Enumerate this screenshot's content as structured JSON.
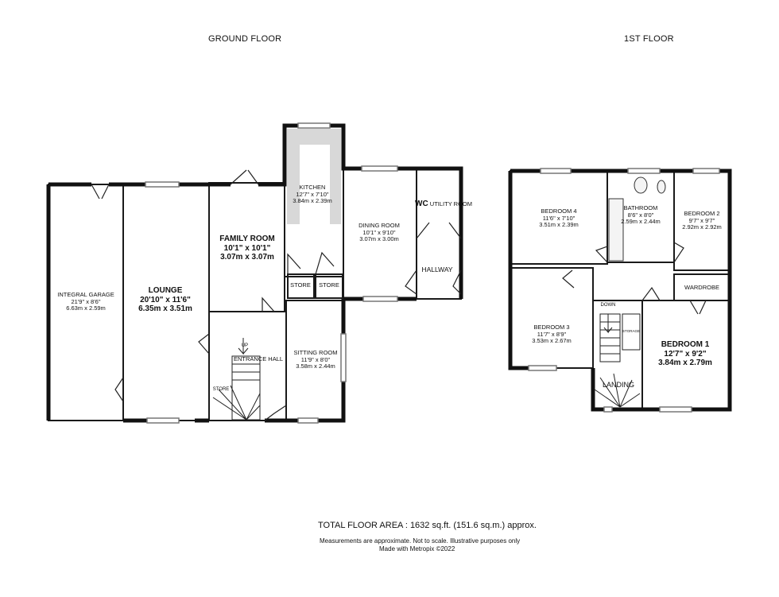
{
  "headings": {
    "ground": "GROUND FLOOR",
    "first": "1ST FLOOR"
  },
  "ground": {
    "garage": {
      "name": "INTEGRAL GARAGE",
      "imperial": "21'9\" x 8'6\"",
      "metric": "6.63m x 2.59m"
    },
    "lounge": {
      "name": "LOUNGE",
      "imperial": "20'10\" x 11'6\"",
      "metric": "6.35m x 3.51m"
    },
    "family": {
      "name": "FAMILY ROOM",
      "imperial": "10'1\" x 10'1\"",
      "metric": "3.07m x 3.07m"
    },
    "kitchen": {
      "name": "KITCHEN",
      "imperial": "12'7\" x 7'10\"",
      "metric": "3.84m x 2.39m"
    },
    "dining": {
      "name": "DINING ROOM",
      "imperial": "10'1\" x 9'10\"",
      "metric": "3.07m x 3.00m"
    },
    "utility": {
      "name": "UTILITY ROOM",
      "prefix": "WC"
    },
    "hallway": {
      "name": "HALLWAY"
    },
    "store1": {
      "name": "STORE"
    },
    "store2": {
      "name": "STORE"
    },
    "store3": {
      "name": "STORE"
    },
    "entrance": {
      "name": "ENTRANCE HALL",
      "up": "UP"
    },
    "sitting": {
      "name": "SITTING ROOM",
      "imperial": "11'9\" x 8'0\"",
      "metric": "3.58m x 2.44m"
    }
  },
  "first": {
    "bed4": {
      "name": "BEDROOM 4",
      "imperial": "11'6\" x 7'10\"",
      "metric": "3.51m x 2.39m"
    },
    "bath": {
      "name": "BATHROOM",
      "imperial": "8'6\" x 8'0\"",
      "metric": "2.59m x 2.44m"
    },
    "bed2": {
      "name": "BEDROOM 2",
      "imperial": "9'7\" x 9'7\"",
      "metric": "2.92m x 2.92m"
    },
    "wardrobe": {
      "name": "WARDROBE"
    },
    "bed3": {
      "name": "BEDROOM 3",
      "imperial": "11'7\" x 8'9\"",
      "metric": "3.53m x 2.67m"
    },
    "bed1": {
      "name": "BEDROOM 1",
      "imperial": "12'7\" x 9'2\"",
      "metric": "3.84m x 2.79m"
    },
    "landing": {
      "name": "LANDING",
      "down": "DOWN",
      "storage": "STORAGE"
    }
  },
  "footer": {
    "total": "TOTAL FLOOR AREA : 1632 sq.ft. (151.6 sq.m.) approx.",
    "note1": "Measurements are approximate.  Not to scale.  Illustrative purposes only",
    "note2": "Made with Metropix ©2022"
  }
}
